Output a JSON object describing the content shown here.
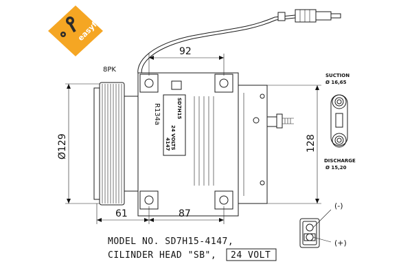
{
  "brand": {
    "logo_text": "easyfit",
    "color": "#f5a623"
  },
  "labels": {
    "pulley_type": "8PK",
    "suction_title": "SUCTION",
    "suction_size": "Ø 16,65",
    "discharge_title": "DISCHARGE",
    "discharge_size": "Ø 15,20",
    "refrigerant": "R134a",
    "plate_model": "SD7H15",
    "plate_voltage": "24 VOLTS",
    "plate_part": "4147",
    "connector_minus": "(-)",
    "connector_plus": "(+)"
  },
  "dimensions": {
    "top_width": "92",
    "height_right": "128",
    "pulley_diameter": "Ø129",
    "bottom_left": "61",
    "bottom_right": "87"
  },
  "model_text": {
    "line1": "MODEL NO. SD7H15-4147,",
    "line2_prefix": "CILINDER HEAD \"SB\",",
    "line2_boxed": "24 VOLT"
  }
}
